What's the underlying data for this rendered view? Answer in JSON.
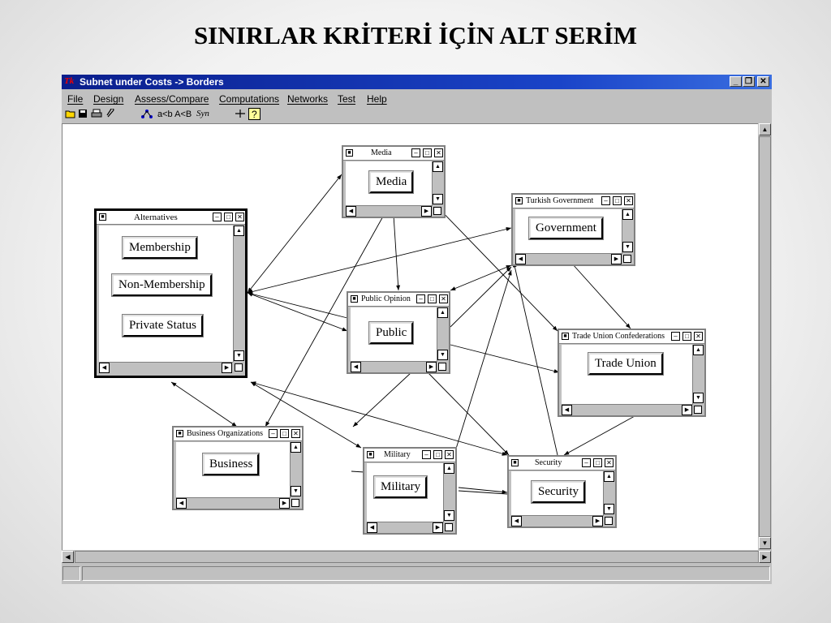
{
  "slide": {
    "title": "SINIRLAR KRİTERİ İÇİN ALT SERİM"
  },
  "window": {
    "title": "Subnet under Costs -> Borders",
    "app_icon": "Tk",
    "controls": {
      "minimize": "_",
      "restore": "❐",
      "close": "✕"
    }
  },
  "menu": {
    "items": [
      "File",
      "Design",
      "Assess/Compare",
      "Computations",
      "Networks",
      "Test",
      "Help"
    ]
  },
  "toolbar": {
    "compare_text": "a<b A<B",
    "syn_text": "Syn",
    "icons": [
      "open-folder-icon",
      "save-disk-icon",
      "print-icon",
      "paperclip-icon",
      "network-icon",
      "pin-icon",
      "help-icon"
    ]
  },
  "nodes": {
    "alternatives": {
      "title": "Alternatives",
      "labels": [
        "Membership",
        "Non-Membership",
        "Private Status"
      ]
    },
    "media": {
      "title": "Media",
      "label": "Media"
    },
    "government": {
      "title": "Turkish Government",
      "label": "Government"
    },
    "public": {
      "title": "Public Opinion",
      "label": "Public"
    },
    "trade_union": {
      "title": "Trade Union Confederations",
      "label": "Trade Union"
    },
    "business": {
      "title": "Business Organizations",
      "label": "Business"
    },
    "military": {
      "title": "Military",
      "label": "Military"
    },
    "security": {
      "title": "Security",
      "label": "Security"
    }
  },
  "colors": {
    "titlebar": "#0a1e8c",
    "face": "#c0c0c0",
    "canvas": "#ffffff"
  }
}
